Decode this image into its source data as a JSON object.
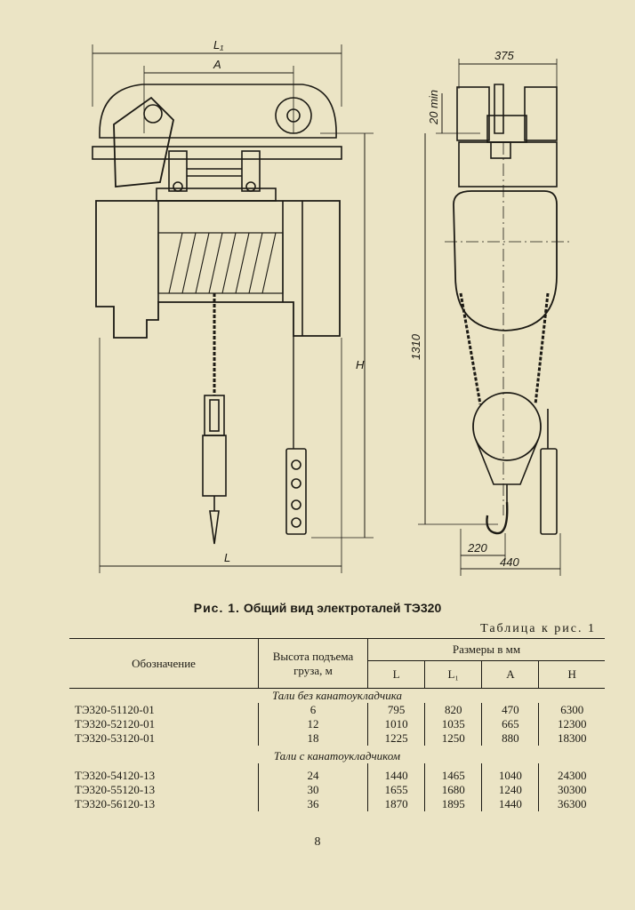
{
  "figure": {
    "dims": {
      "L1": "L₁",
      "A": "A",
      "H": "H",
      "L": "L",
      "w375": "375",
      "min20": "20 min",
      "h1310": "1310",
      "w220": "220",
      "w440": "440"
    },
    "caption_prefix": "Рис. 1.",
    "caption_text": "Общий вид электроталей ТЭ320"
  },
  "table": {
    "label": "Таблица к рис. 1",
    "headers": {
      "designation": "Обозначение",
      "height": "Высота подъема груза, м",
      "sizes": "Размеры в мм",
      "L": "L",
      "L1": "L₁",
      "A": "A",
      "H": "H"
    },
    "groups": [
      {
        "title": "Тали без канатоукладчика",
        "rows": [
          {
            "name": "ТЭ320-51120-01",
            "height": "6",
            "L": "795",
            "L1": "820",
            "A": "470",
            "H": "6300"
          },
          {
            "name": "ТЭ320-52120-01",
            "height": "12",
            "L": "1010",
            "L1": "1035",
            "A": "665",
            "H": "12300"
          },
          {
            "name": "ТЭ320-53120-01",
            "height": "18",
            "L": "1225",
            "L1": "1250",
            "A": "880",
            "H": "18300"
          }
        ]
      },
      {
        "title": "Тали с канатоукладчиком",
        "rows": [
          {
            "name": "ТЭ320-54120-13",
            "height": "24",
            "L": "1440",
            "L1": "1465",
            "A": "1040",
            "H": "24300"
          },
          {
            "name": "ТЭ320-55120-13",
            "height": "30",
            "L": "1655",
            "L1": "1680",
            "A": "1240",
            "H": "30300"
          },
          {
            "name": "ТЭ320-56120-13",
            "height": "36",
            "L": "1870",
            "L1": "1895",
            "A": "1440",
            "H": "36300"
          }
        ]
      }
    ]
  },
  "page_number": "8"
}
